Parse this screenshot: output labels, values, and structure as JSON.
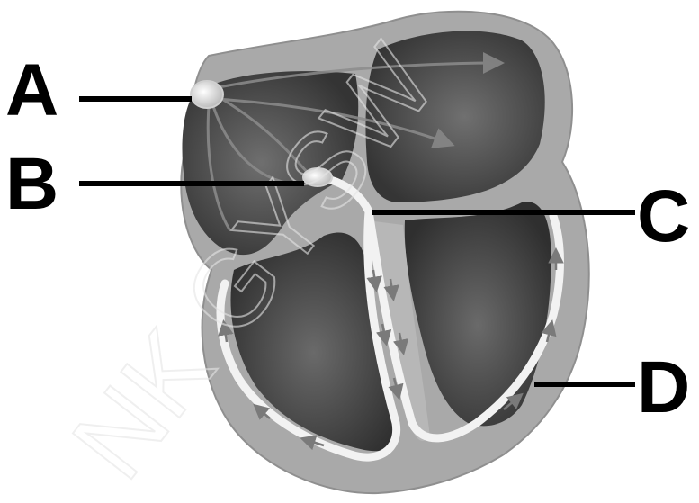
{
  "labels": {
    "a": "A",
    "b": "B",
    "c": "C",
    "d": "D"
  },
  "watermark": "NK GYSW",
  "colors": {
    "tissue": "#a9a9a9",
    "chamber_dark": "#3a3a3a",
    "chamber_mid": "#6b6b6b",
    "conduction": "#f2f2f2",
    "arrow": "#8a8a8a",
    "label": "#000000"
  }
}
